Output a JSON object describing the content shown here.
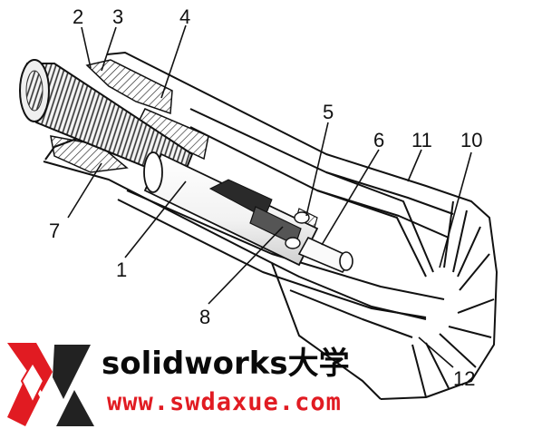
{
  "callouts": {
    "c1": "1",
    "c2": "2",
    "c3": "3",
    "c4": "4",
    "c5": "5",
    "c6": "6",
    "c7": "7",
    "c8": "8",
    "c10": "10",
    "c11": "11",
    "c12": "12"
  },
  "watermark": {
    "brand": "solidworks大学",
    "url": "www.swdaxue.com",
    "logo_colors": {
      "red": "#e11b22",
      "dark": "#222222"
    }
  }
}
